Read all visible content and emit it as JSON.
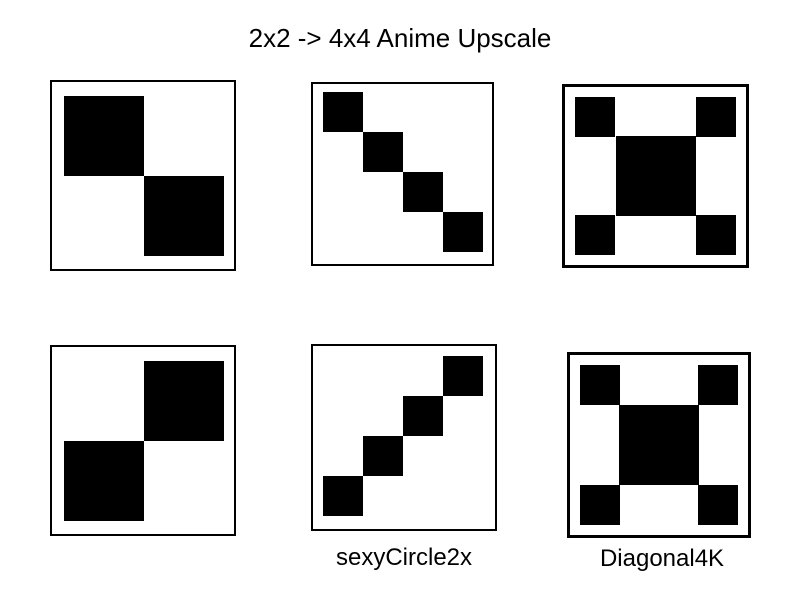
{
  "title": "2x2 -> 4x4 Anime Upscale",
  "colors": {
    "background": "#ffffff",
    "pixel": "#000000",
    "border": "#000000"
  },
  "panels": [
    {
      "id": "input-diagonal-down",
      "grid_size": 2,
      "filled_cells": [
        [
          0,
          0
        ],
        [
          1,
          1
        ]
      ],
      "caption": ""
    },
    {
      "id": "sexycircle2x-diagonal-down",
      "grid_size": 4,
      "filled_cells": [
        [
          0,
          0
        ],
        [
          1,
          1
        ],
        [
          2,
          2
        ],
        [
          3,
          3
        ]
      ],
      "caption": ""
    },
    {
      "id": "diagonal4k-diagonal-down",
      "grid_size": 3,
      "filled_cells": [
        [
          0,
          0
        ],
        [
          0,
          2
        ],
        [
          1,
          1
        ],
        [
          2,
          0
        ],
        [
          2,
          2
        ]
      ],
      "caption": ""
    },
    {
      "id": "input-diagonal-up",
      "grid_size": 2,
      "filled_cells": [
        [
          0,
          1
        ],
        [
          1,
          0
        ]
      ],
      "caption": ""
    },
    {
      "id": "sexycircle2x-diagonal-up",
      "grid_size": 4,
      "filled_cells": [
        [
          0,
          3
        ],
        [
          1,
          2
        ],
        [
          2,
          1
        ],
        [
          3,
          0
        ]
      ],
      "caption": "sexyCircle2x"
    },
    {
      "id": "diagonal4k-diagonal-up",
      "grid_size": 3,
      "filled_cells": [
        [
          0,
          0
        ],
        [
          0,
          2
        ],
        [
          1,
          1
        ],
        [
          2,
          0
        ],
        [
          2,
          2
        ]
      ],
      "caption": "Diagonal4K"
    }
  ]
}
